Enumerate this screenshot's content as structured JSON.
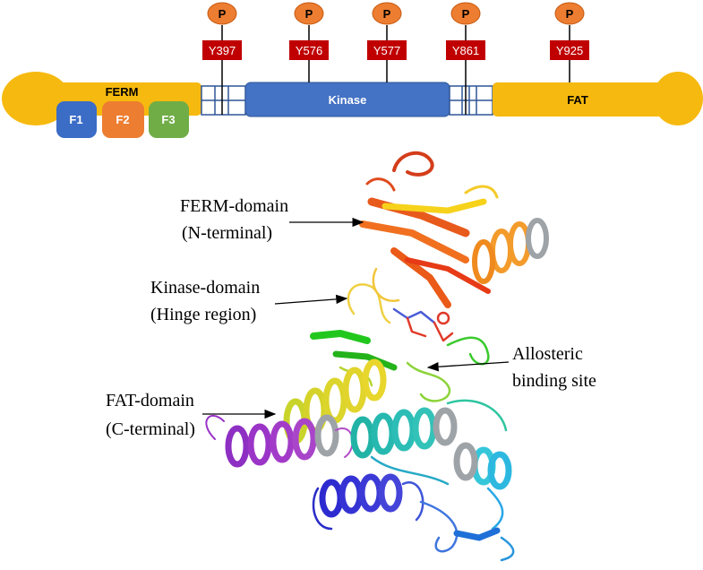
{
  "domain_bar": {
    "ferm_label": "FERM",
    "subdomains": [
      "F1",
      "F2",
      "F3"
    ],
    "kinase_label": "Kinase",
    "fat_label": "FAT"
  },
  "phospho_sites": [
    {
      "badge": "P",
      "residue": "Y397"
    },
    {
      "badge": "P",
      "residue": "Y576"
    },
    {
      "badge": "P",
      "residue": "Y577"
    },
    {
      "badge": "P",
      "residue": "Y861"
    },
    {
      "badge": "P",
      "residue": "Y925"
    }
  ],
  "annotations": {
    "ferm": {
      "line1": "FERM-domain",
      "line2": "(N-terminal)"
    },
    "kinase": {
      "line1": "Kinase-domain",
      "line2": "(Hinge region)"
    },
    "allosteric": {
      "line1": "Allosteric",
      "line2": "binding site"
    },
    "fat": {
      "line1": "FAT-domain",
      "line2": "(C-terminal)"
    }
  },
  "colors": {
    "domain_yellow": "#F6B90F",
    "kinase_blue": "#4472C4",
    "f1_blue": "#3B6CC6",
    "f2_orange": "#ED7D31",
    "f3_green": "#70AD47",
    "site_red": "#C00000",
    "badge_orange": "#ED7D31"
  }
}
